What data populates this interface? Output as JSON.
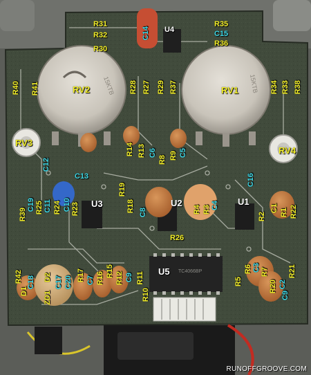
{
  "image": {
    "subject": "circuit board photograph",
    "colors": {
      "board": "#3f4a3a",
      "label_yellow": "#f2ee2a",
      "label_cyan": "#3fd8e6",
      "label_white": "#ffffff"
    }
  },
  "labels": {
    "r31": "R31",
    "r32": "R32",
    "r30": "R30",
    "c14": "C14",
    "u4": "U4",
    "r35": "R35",
    "c15": "C15",
    "r36": "R36",
    "r40": "R40",
    "r41": "R41",
    "rv2": "RV2",
    "r28": "R28",
    "r27": "R27",
    "r29": "R29",
    "r37": "R37",
    "rv1": "RV1",
    "r34": "R34",
    "r33": "R33",
    "r38": "R38",
    "rv3": "RV3",
    "c12": "C12",
    "c13": "C13",
    "r14": "R14",
    "r13": "R13",
    "c6": "C6",
    "r8": "R8",
    "r9": "R9",
    "c5": "C5",
    "rv4": "RV4",
    "c16": "C16",
    "r19": "R19",
    "r39": "R39",
    "c19": "C19",
    "r25": "R25",
    "c11": "C11",
    "r24": "R24",
    "c10": "C10",
    "r23": "R23",
    "u3": "U3",
    "r18": "R18",
    "c8": "C8",
    "u2": "U2",
    "r4": "R4",
    "r3": "R3",
    "c4": "C4",
    "u1": "U1",
    "r2": "R2",
    "c1": "C1",
    "r1": "R1",
    "r22": "R22",
    "r26": "R26",
    "r42": "R42",
    "c18": "C18",
    "d1": "D1",
    "d2": "D2",
    "zd1": "ZD1",
    "c17": "C17",
    "c20": "C20",
    "c7": "C7",
    "r17": "R17",
    "r16": "R16",
    "r15": "R15",
    "r12": "R12",
    "c9a": "C9",
    "r11": "R11",
    "r10": "R10",
    "u5": "U5",
    "r6": "R6",
    "c3": "C3",
    "r7": "R7",
    "r5": "R5",
    "r20": "R20",
    "c2": "C2",
    "r21": "R21",
    "c9b": "C9"
  },
  "pot_markings": {
    "rv2": "15KTB",
    "rv1": "15KTB"
  },
  "chip_marking": "TC4066BP",
  "footer": "RUNOFFGROOVE.COM"
}
